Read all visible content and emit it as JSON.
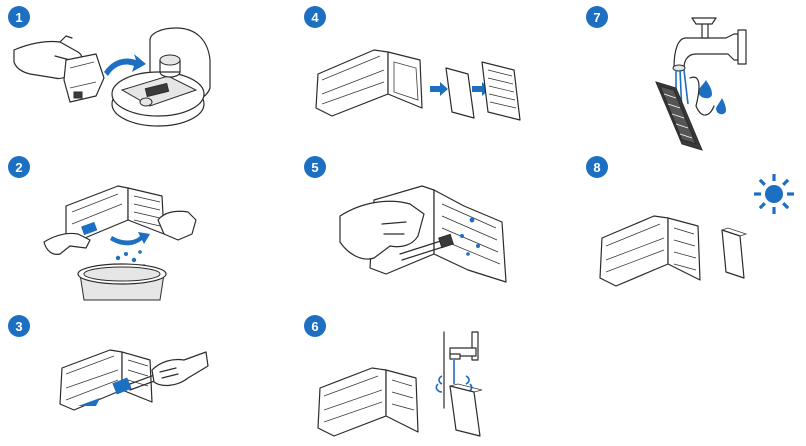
{
  "accent_color": "#1d6fc2",
  "steps": [
    {
      "number": "1"
    },
    {
      "number": "2"
    },
    {
      "number": "3"
    },
    {
      "number": "4"
    },
    {
      "number": "5"
    },
    {
      "number": "6"
    },
    {
      "number": "7"
    },
    {
      "number": "8"
    }
  ],
  "icons": {
    "step1": [
      "hand-icon",
      "dust-bin-icon",
      "robot-vacuum-icon",
      "curved-arrow-icon"
    ],
    "step2": [
      "hand-icon",
      "dust-bin-icon",
      "trash-can-icon",
      "dust-particles-icon"
    ],
    "step3": [
      "dust-bin-icon",
      "brush-icon",
      "hand-icon"
    ],
    "step4": [
      "dust-bin-icon",
      "sponge-filter-icon",
      "hepa-filter-icon",
      "arrow-right-icon"
    ],
    "step5": [
      "hand-icon",
      "dust-bin-icon",
      "brush-icon"
    ],
    "step6": [
      "dust-bin-icon",
      "faucet-icon",
      "water-stream-icon",
      "sponge-filter-icon"
    ],
    "step7": [
      "tap-icon",
      "hepa-filter-icon",
      "water-drop-icon"
    ],
    "step8": [
      "dust-bin-icon",
      "sponge-filter-icon",
      "sun-icon"
    ]
  }
}
